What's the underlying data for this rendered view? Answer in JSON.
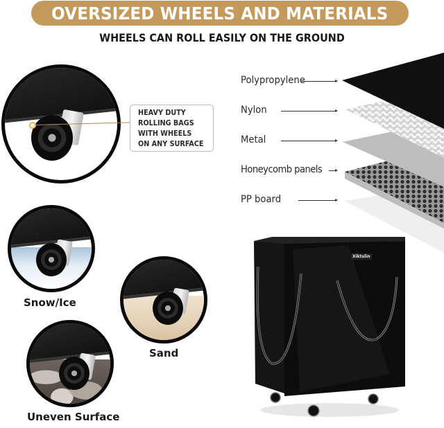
{
  "header": {
    "title": "OVERSIZED WHEELS AND MATERIALS",
    "subtitle": "WHEELS CAN ROLL EASILY ON THE GROUND",
    "banner_color": "#c49a5c"
  },
  "callout": {
    "lines": [
      "HEAVY DUTY",
      "ROLLING BAGS",
      "WITH WHEELS",
      "ON ANY SURFACE"
    ]
  },
  "surfaces": [
    {
      "label": "Snow/Ice",
      "ground_color": "#dfe8f0"
    },
    {
      "label": "Sand",
      "ground_color": "#e8d8c0"
    },
    {
      "label": "Uneven Surface",
      "ground_color": "#8a7f76"
    }
  ],
  "materials": [
    {
      "label": "Polypropylene",
      "color": "#111111"
    },
    {
      "label": "Nylon",
      "color": "#e8e8e8"
    },
    {
      "label": "Metal",
      "color": "#bdbdbd"
    },
    {
      "label": "Honeycomb panels",
      "color": "#555555"
    },
    {
      "label": "PP board",
      "color": "#f0f0f0"
    }
  ],
  "product": {
    "brand": "Xiktslin",
    "icons": [
      "rolling-bag-icon",
      "caster-wheel-icon"
    ]
  }
}
